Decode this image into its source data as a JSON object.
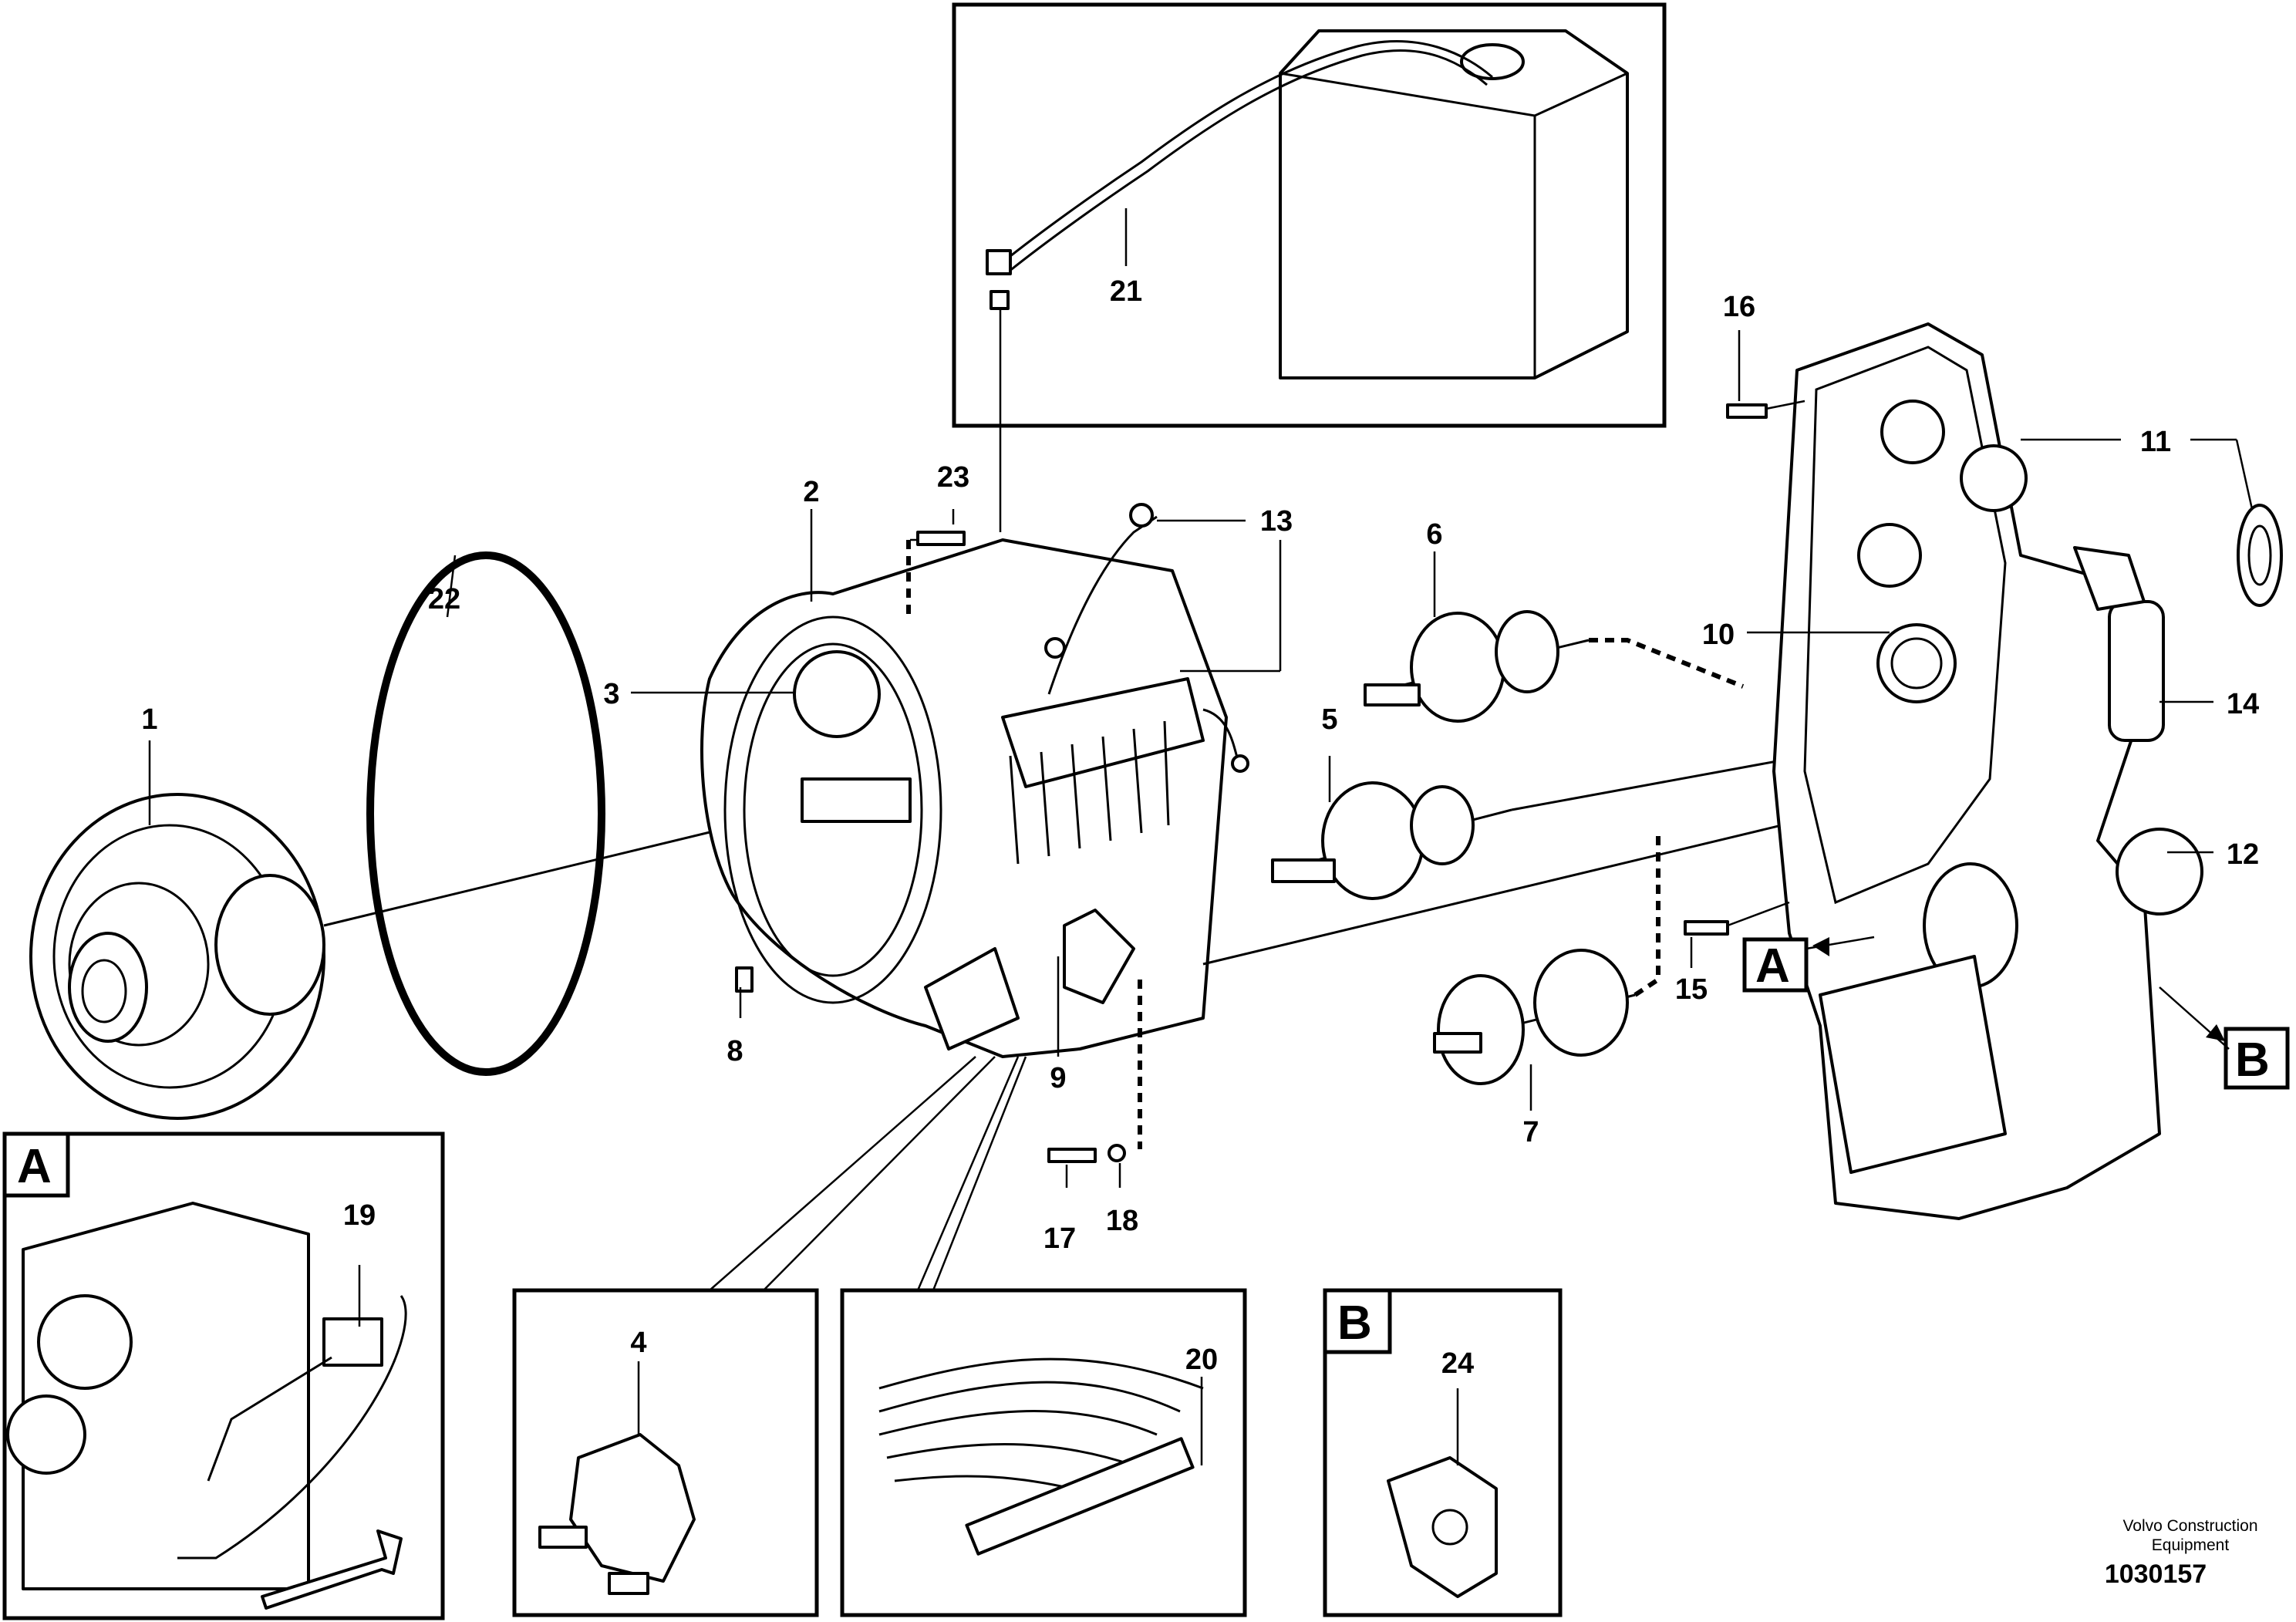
{
  "callouts": [
    "1",
    "2",
    "3",
    "4",
    "5",
    "6",
    "7",
    "8",
    "9",
    "10",
    "11",
    "12",
    "13",
    "14",
    "15",
    "16",
    "17",
    "18",
    "19",
    "20",
    "21",
    "22",
    "23",
    "24"
  ],
  "view_labels": {
    "a": "A",
    "b": "B"
  },
  "credit": {
    "line1": "Volvo Construction",
    "line2": "Equipment"
  },
  "document_number": "1030157"
}
